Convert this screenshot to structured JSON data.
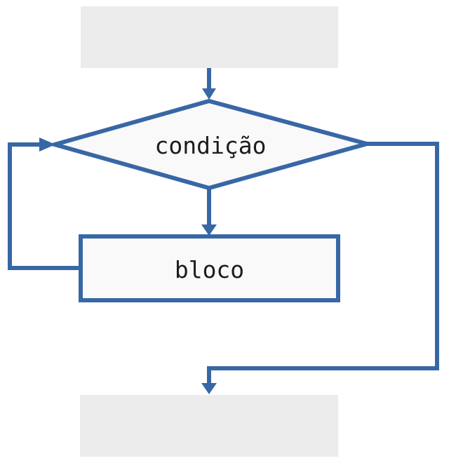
{
  "colors": {
    "page_bg": "#ffffff",
    "accent": "#3767a5",
    "node_fill": "#f9f9f9",
    "gray_fill": "#ececec",
    "text": "#1c1c1c"
  },
  "diagram": {
    "type": "flowchart",
    "nodes": [
      {
        "id": "top-block",
        "shape": "rectangle",
        "label": ""
      },
      {
        "id": "condition",
        "shape": "diamond",
        "label": "condição"
      },
      {
        "id": "body-block",
        "shape": "rectangle",
        "label": "bloco"
      },
      {
        "id": "bottom-block",
        "shape": "rectangle",
        "label": ""
      }
    ],
    "edges": [
      {
        "from": "top-block",
        "to": "condition",
        "style": "arrow",
        "route": "straight-down"
      },
      {
        "from": "condition",
        "to": "body-block",
        "style": "arrow",
        "route": "straight-down"
      },
      {
        "from": "body-block",
        "to": "condition",
        "style": "arrow",
        "route": "loop-left"
      },
      {
        "from": "condition",
        "to": "bottom-block",
        "style": "arrow",
        "route": "exit-right"
      }
    ]
  }
}
